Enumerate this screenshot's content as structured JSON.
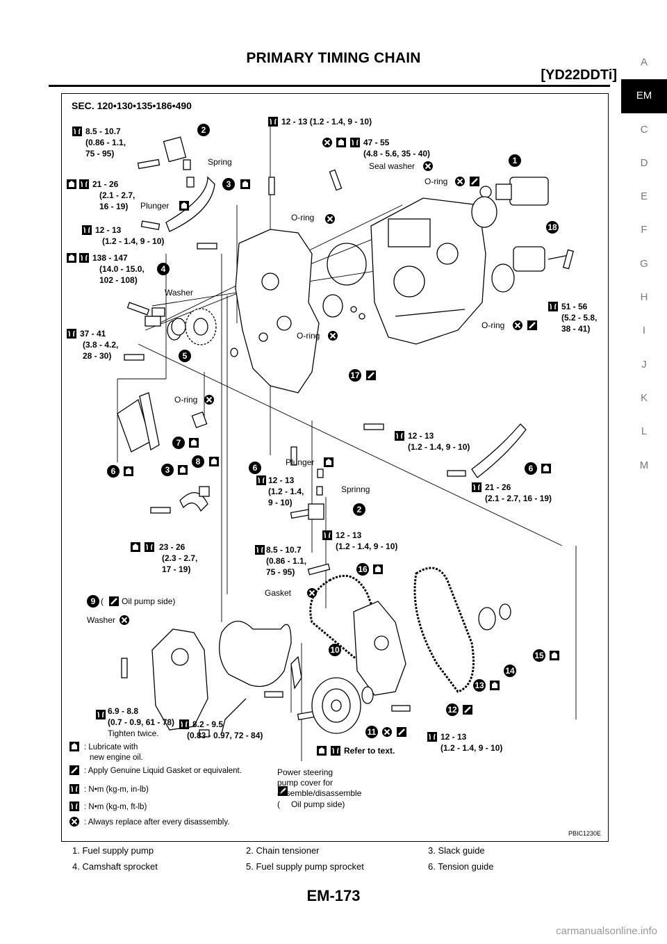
{
  "header": {
    "title": "PRIMARY TIMING CHAIN",
    "subtitle": "[YD22DDTi]"
  },
  "side_tabs": [
    "A",
    "EM",
    "C",
    "D",
    "E",
    "F",
    "G",
    "H",
    "I",
    "J",
    "K",
    "L",
    "M"
  ],
  "active_tab": "EM",
  "figure": {
    "section": "SEC. 120•130•135•186•490",
    "code": "PBIC1230E",
    "part_numbers": [
      "1",
      "2",
      "3",
      "4",
      "5",
      "6",
      "7",
      "8",
      "9",
      "10",
      "11",
      "12",
      "13",
      "14",
      "15",
      "16",
      "17",
      "18"
    ],
    "labels": {
      "spring": "Spring",
      "sprinng": "Sprinng",
      "plunger": "Plunger",
      "washer": "Washer",
      "oring": "O-ring",
      "seal_washer": "Seal washer",
      "gasket": "Gasket",
      "oil_pump_side": "Oil pump side)",
      "tighten_twice": "Tighten twice.",
      "refer_text": "Refer to text.",
      "power_steering": [
        "Power steering",
        "pump cover for",
        "assemble/disassemble",
        "Oil pump side)"
      ]
    },
    "torques": {
      "t1": [
        "8.5 - 10.7",
        "(0.86 - 1.1,",
        "75 - 95)"
      ],
      "t2": [
        "21 - 26",
        "(2.1 - 2.7,",
        "16 - 19)"
      ],
      "t3": [
        "12 - 13",
        "(1.2 - 1.4, 9 - 10)"
      ],
      "t4": [
        "138 - 147",
        "(14.0 - 15.0,",
        "102 - 108)"
      ],
      "t5": [
        "37 - 41",
        "(3.8 - 4.2,",
        "28 - 30)"
      ],
      "t6": "12 - 13 (1.2 - 1.4, 9 - 10)",
      "t7": [
        "47 - 55",
        "(4.8 - 5.6, 35 - 40)"
      ],
      "t8": [
        "51 - 56",
        "(5.2 - 5.8,",
        "38 - 41)"
      ],
      "t9": [
        "12 - 13",
        "(1.2 - 1.4, 9 - 10)"
      ],
      "t10": [
        "21 - 26",
        "(2.1 - 2.7, 16 - 19)"
      ],
      "t11": [
        "12 - 13",
        "(1.2 - 1.4,",
        "9 - 10)"
      ],
      "t12": [
        "23 - 26",
        "(2.3 - 2.7,",
        "17 - 19)"
      ],
      "t13": [
        "8.5 - 10.7",
        "(0.86 - 1.1,",
        "75 - 95)"
      ],
      "t14": [
        "12 - 13",
        "(1.2 - 1.4, 9 - 10)"
      ],
      "t15": [
        "6.9 - 8.8",
        "(0.7 - 0.9, 61 - 78)"
      ],
      "t16": [
        "8.2 - 9.5",
        "(0.83 - 0.97, 72 - 84)"
      ],
      "t17": [
        "12 - 13",
        "(1.2 - 1.4, 9 - 10)"
      ]
    },
    "legend": [
      ": Lubricate with",
      "new engine oil.",
      ": Apply Genuine Liquid Gasket or equivalent.",
      ": N•m  (kg-m,  in-lb)",
      ": N•m  (kg-m,  ft-lb)",
      ": Always replace after every disassembly."
    ]
  },
  "captions": [
    "1.    Fuel supply pump",
    "2.    Chain tensioner",
    "3.    Slack guide",
    "4.    Camshaft sprocket",
    "5.    Fuel supply pump sprocket",
    "6.    Tension guide"
  ],
  "page_number": "EM-173",
  "watermark": "carmanualsonline.info"
}
